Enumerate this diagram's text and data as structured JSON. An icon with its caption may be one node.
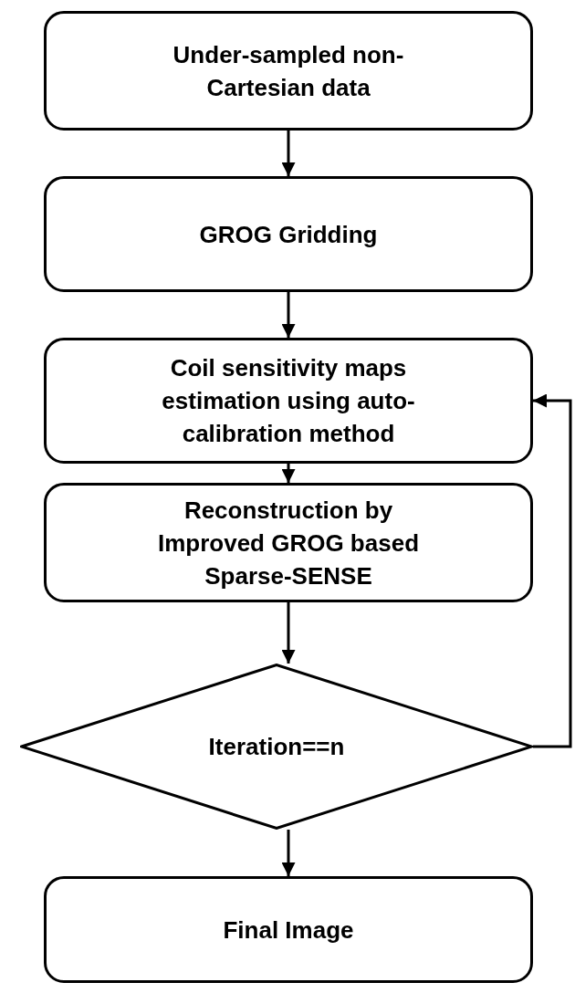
{
  "diagram": {
    "nodes": [
      {
        "text": [
          "Under-sampled non-Cartesian data"
        ]
      },
      {
        "text": [
          "GROG Gridding"
        ]
      },
      {
        "text": [
          "Coil sensitivity maps estimation using auto-calibration method"
        ]
      },
      {
        "text": [
          "Reconstruction by Improved GROG based Sparse-SENSE"
        ]
      },
      {
        "text": [
          "Iteration==n"
        ]
      },
      {
        "text": [
          "Final Image"
        ]
      }
    ],
    "edges": [
      {
        "from": 0,
        "to": 1,
        "arrow": "to"
      },
      {
        "from": 1,
        "to": 2,
        "arrow": "to"
      },
      {
        "from": 2,
        "to": 3,
        "arrow": "to"
      },
      {
        "from": 3,
        "to": 4,
        "arrow": "to"
      },
      {
        "from": 4,
        "to": 5,
        "arrow": "to"
      },
      {
        "from": 4,
        "to": 2,
        "arrow": "to"
      }
    ]
  }
}
